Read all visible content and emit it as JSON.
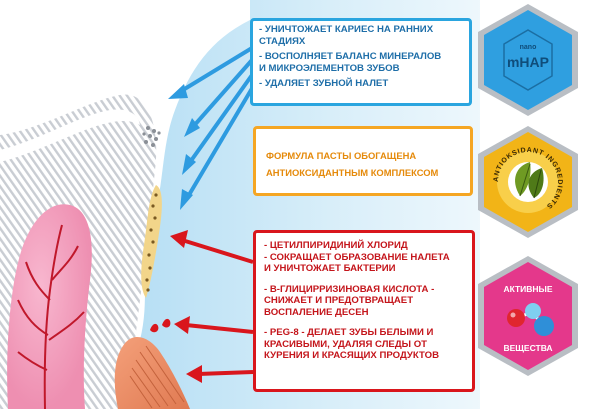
{
  "blue_box": {
    "items": [
      "- УНИЧТОЖАЕТ КАРИЕС НА РАННИХ",
      "СТАДИЯХ",
      "- ВОСПОЛНЯЕТ БАЛАНС МИНЕРАЛОВ",
      "И МИКРОЭЛЕМЕНТОВ  ЗУБОВ",
      "- УДАЛЯЕТ ЗУБНОЙ НАЛЕТ"
    ]
  },
  "orange_box": {
    "lines": [
      "ФОРМУЛА ПАСТЫ ОБОГАЩЕНА",
      "АНТИОКСИДАНТНЫМ КОМПЛЕКСОМ"
    ]
  },
  "red_box": {
    "lines": [
      "- ЦЕТИЛПИРИДИНИЙ ХЛОРИД",
      "- СОКРАЩАЕТ ОБРАЗОВАНИЕ НАЛЕТА",
      "И УНИЧТОЖАЕТ БАКТЕРИИ",
      "",
      "- В-ГЛИЦИРРИЗИНОВАЯ КИСЛОТА -",
      "СНИЖАЕТ И ПРЕДОТВРАЩАЕТ",
      "ВОСПАЛЕНИЕ ДЕСЕН",
      "",
      "- PEG-8 - ДЕЛАЕТ ЗУБЫ БЕЛЫМИ И",
      "КРАСИВЫМИ, УДАЛЯЯ СЛЕДЫ ОТ",
      "КУРЕНИЯ И КРАСЯЩИХ ПРОДУКТОВ"
    ]
  },
  "badges": {
    "nhap": {
      "top": "nano",
      "main": "mHAP",
      "icon": "nanohydroxyapatite-logo-icon"
    },
    "antioxidant": {
      "ring": "ANTIOKSIDANT INGREDIENTS",
      "icon": "green-leaves-icon"
    },
    "active": {
      "top": "АКТИВНЫЕ",
      "bottom": "ВЕЩЕСТВА",
      "icon": "molecule-icon"
    }
  },
  "colors": {
    "blue": "#2aa5df",
    "orange": "#f5a623",
    "red": "#d9161c",
    "hex_blue": "#2f9fe0",
    "hex_gold": "#f2b417",
    "hex_pink": "#e4388b"
  }
}
